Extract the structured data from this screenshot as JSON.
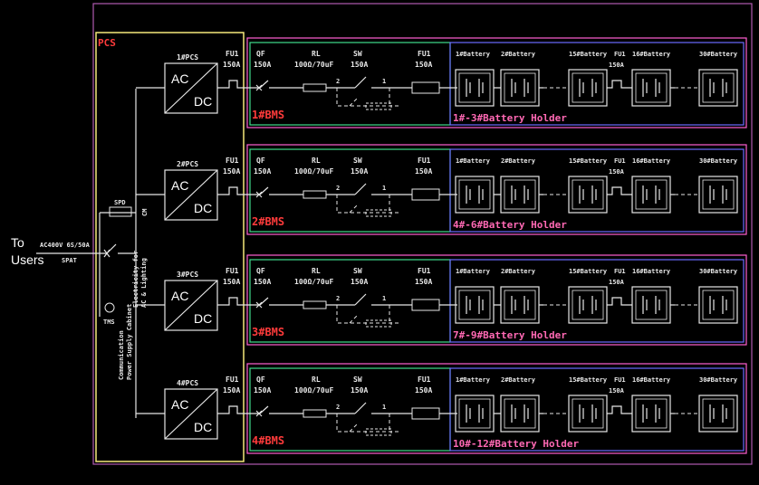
{
  "colors": {
    "pcs_border": "#f5e97a",
    "outer_border": "#b05ab0",
    "group_border": "#ff5fd0",
    "bms_border": "#3fdc8c",
    "holder_border": "#6b6bff",
    "bms_label": "#ff3b3b",
    "holder_label": "#ff69b4",
    "line": "#e6e6e6"
  },
  "pcs": {
    "title": "PCS"
  },
  "left": {
    "to_users": "To\nUsers",
    "ac_rating": "AC400V 6S/50A",
    "main_breaker": "SPAT",
    "spd": "SPD",
    "spd_side": "CM",
    "meter": "TMS",
    "comm_label": "Communication\nPower Supply Cabinet",
    "elec_label": "Electricity for\nAC & Lighting"
  },
  "strings": [
    {
      "pcs": "1#PCS",
      "ac": "AC",
      "dc": "DC",
      "fuse_label": "FU1",
      "fuse_rating": "150A",
      "qf": "QF",
      "qf_rating": "150A",
      "rl": "RL",
      "rl_rating": "100Ω/70uF",
      "sw": "SW",
      "sw_rating": "150A",
      "sw_n1": "2",
      "sw_n2": "1",
      "fu": "FU1",
      "fu_rating": "150A",
      "bms": "1#BMS",
      "holder": "1#-3#Battery Holder",
      "bat1": "1#Battery",
      "bat2": "2#Battery",
      "bat15": "15#Battery",
      "fu_mid": "FU1",
      "fu_mid_rating": "150A",
      "bat16": "16#Battery",
      "bat30": "30#Battery"
    },
    {
      "pcs": "2#PCS",
      "ac": "AC",
      "dc": "DC",
      "fuse_label": "FU1",
      "fuse_rating": "150A",
      "qf": "QF",
      "qf_rating": "150A",
      "rl": "RL",
      "rl_rating": "100Ω/70uF",
      "sw": "SW",
      "sw_rating": "150A",
      "sw_n1": "2",
      "sw_n2": "1",
      "fu": "FU1",
      "fu_rating": "150A",
      "bms": "2#BMS",
      "holder": "4#-6#Battery Holder",
      "bat1": "1#Battery",
      "bat2": "2#Battery",
      "bat15": "15#Battery",
      "fu_mid": "FU1",
      "fu_mid_rating": "150A",
      "bat16": "16#Battery",
      "bat30": "30#Battery"
    },
    {
      "pcs": "3#PCS",
      "ac": "AC",
      "dc": "DC",
      "fuse_label": "FU1",
      "fuse_rating": "150A",
      "qf": "QF",
      "qf_rating": "150A",
      "rl": "RL",
      "rl_rating": "100Ω/70uF",
      "sw": "SW",
      "sw_rating": "150A",
      "sw_n1": "2",
      "sw_n2": "1",
      "fu": "FU1",
      "fu_rating": "150A",
      "bms": "3#BMS",
      "holder": "7#-9#Battery Holder",
      "bat1": "1#Battery",
      "bat2": "2#Battery",
      "bat15": "15#Battery",
      "fu_mid": "FU1",
      "fu_mid_rating": "150A",
      "bat16": "16#Battery",
      "bat30": "30#Battery"
    },
    {
      "pcs": "4#PCS",
      "ac": "AC",
      "dc": "DC",
      "fuse_label": "FU1",
      "fuse_rating": "150A",
      "qf": "QF",
      "qf_rating": "150A",
      "rl": "RL",
      "rl_rating": "100Ω/70uF",
      "sw": "SW",
      "sw_rating": "150A",
      "sw_n1": "2",
      "sw_n2": "1",
      "fu": "FU1",
      "fu_rating": "150A",
      "bms": "4#BMS",
      "holder": "10#-12#Battery Holder",
      "bat1": "1#Battery",
      "bat2": "2#Battery",
      "bat15": "15#Battery",
      "fu_mid": "FU1",
      "fu_mid_rating": "150A",
      "bat16": "16#Battery",
      "bat30": "30#Battery"
    }
  ]
}
